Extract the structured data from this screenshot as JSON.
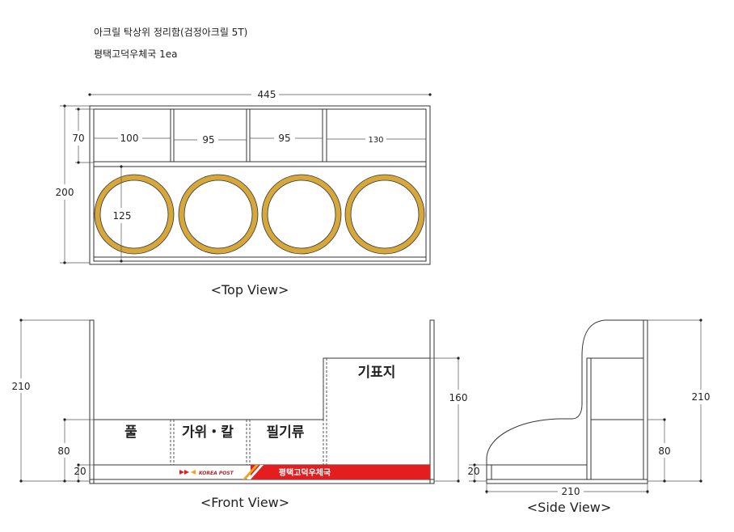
{
  "header": {
    "line1": "아크릴 탁상위 정리함(검정아크릴 5T)",
    "line2": "평택고덕우체국 1ea"
  },
  "top_view": {
    "caption": "<Top View>",
    "width": "445",
    "height": "200",
    "row_height": "70",
    "comp1": "100",
    "comp2": "95",
    "comp3": "95",
    "comp4": "130",
    "circle_dia": "125"
  },
  "front_view": {
    "caption": "<Front View>",
    "height": "210",
    "low_height": "80",
    "base_height": "20",
    "high_height": "160",
    "label_glue": "풀",
    "label_scissors": "가위・칼",
    "label_pens": "필기류",
    "label_tabs": "기표지",
    "logo_text": "KOREA POST",
    "band_text": "평택고덕우체국"
  },
  "side_view": {
    "caption": "<Side View>",
    "height": "210",
    "low_height": "80",
    "base_height": "20",
    "depth": "210"
  },
  "colors": {
    "ring": "#d6a73a",
    "band": "#e41e1e",
    "line": "#333333"
  }
}
